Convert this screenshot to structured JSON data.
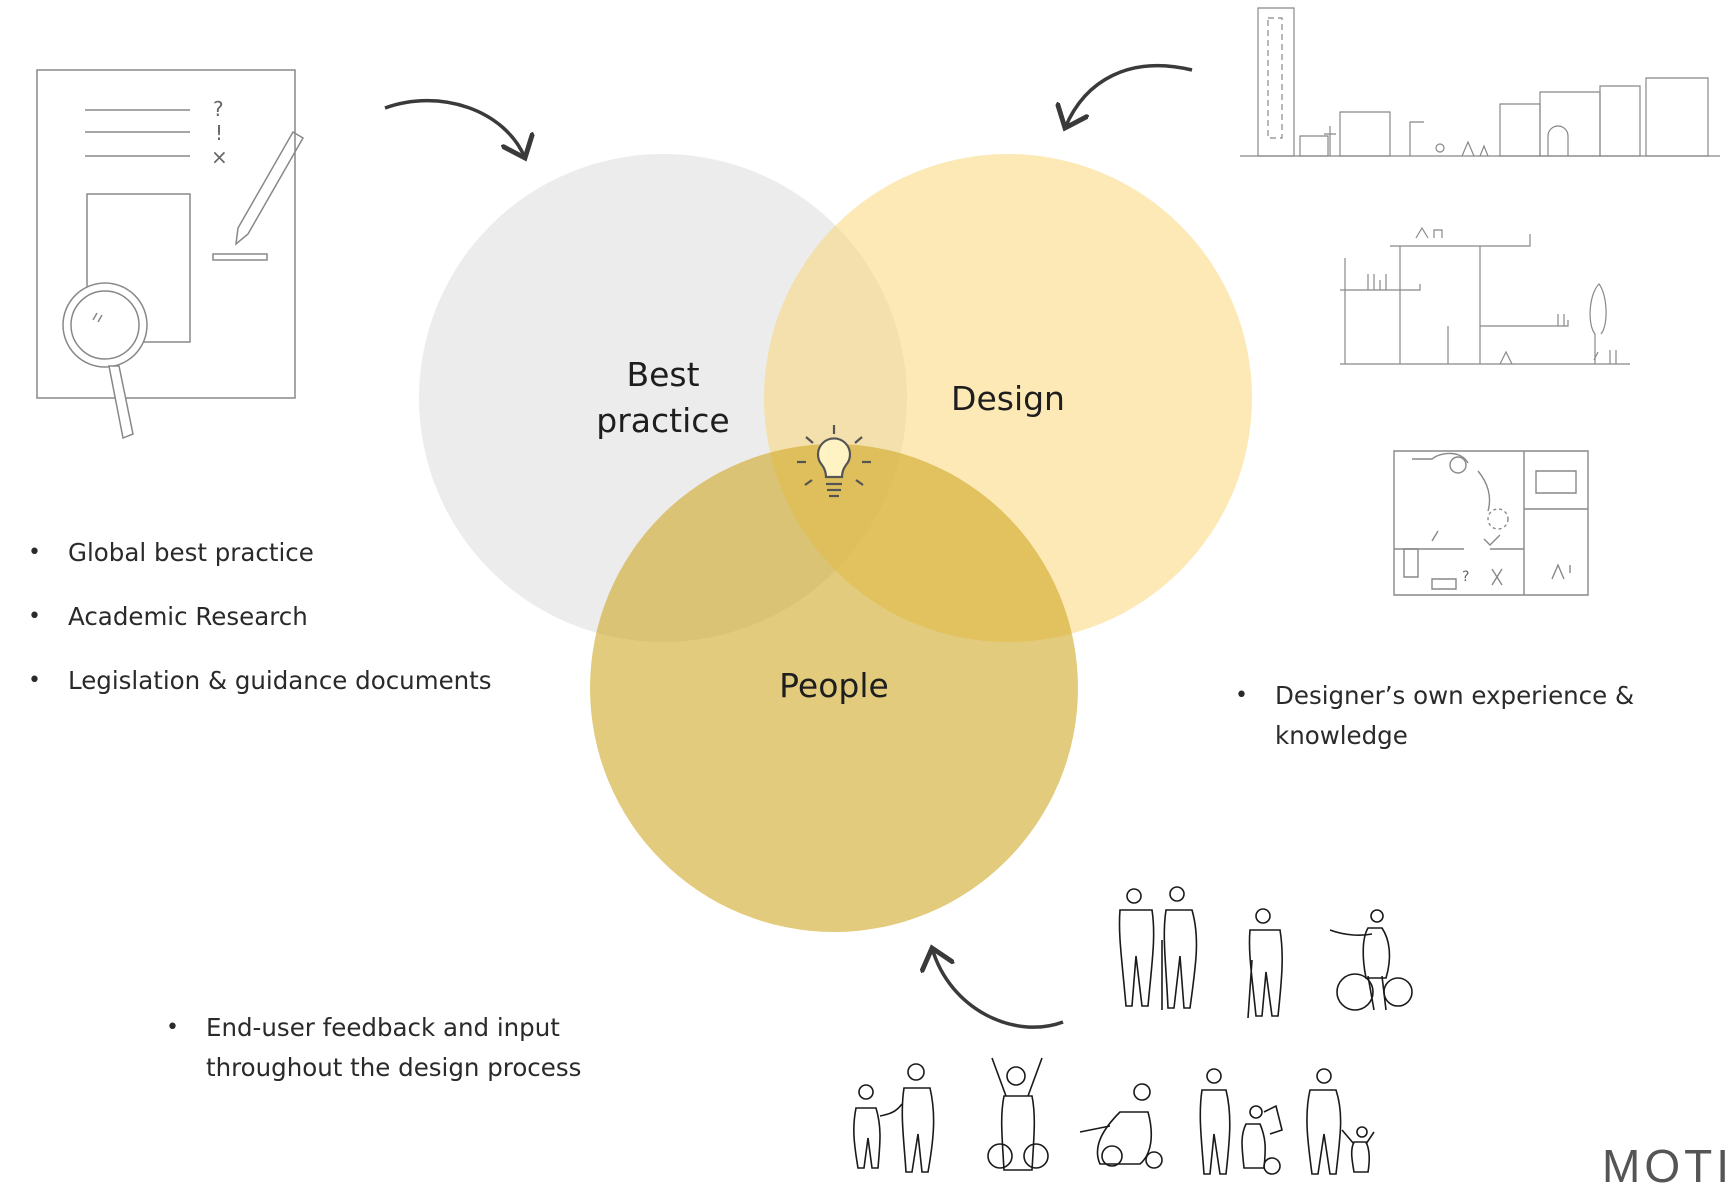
{
  "diagram": {
    "circles": [
      {
        "id": "best-practice",
        "label_lines": [
          "Best",
          "practice"
        ],
        "color": "#e4e4e4"
      },
      {
        "id": "design",
        "label_lines": [
          "Design"
        ],
        "color": "#fbd77a"
      },
      {
        "id": "people",
        "label_lines": [
          "People"
        ],
        "color": "#cfa924"
      }
    ],
    "center_icon": "lightbulb-icon"
  },
  "best_practice_sources": {
    "items": [
      "Global best practice",
      "Academic Research",
      "Legislation & guidance documents"
    ],
    "icon": "document-with-magnifier-and-pencil-icon"
  },
  "design_sources": {
    "items": [
      "Designer’s own experience & knowledge"
    ],
    "icons": [
      "street-elevation-icon",
      "building-section-icon",
      "floor-plan-icon"
    ]
  },
  "people_sources": {
    "items": [
      "End-user feedback and input throughout the design process"
    ],
    "icon": "diverse-people-figures-icon"
  },
  "arrows": [
    "arrow-to-best-practice-icon",
    "arrow-to-design-icon",
    "arrow-to-people-icon"
  ],
  "logo": {
    "text": "MOTIO"
  }
}
